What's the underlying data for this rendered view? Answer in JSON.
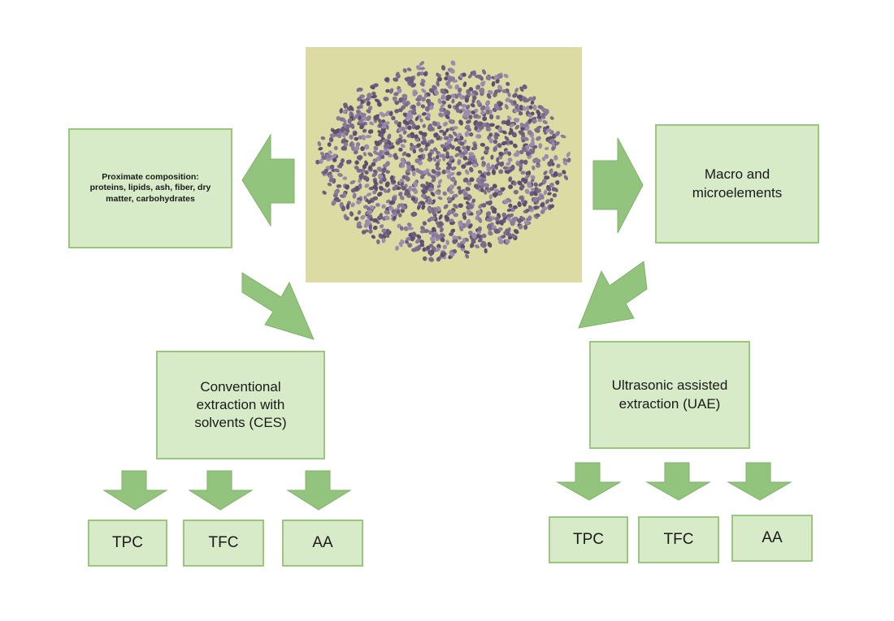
{
  "colors": {
    "box_fill": "#d8ebc8",
    "box_border": "#98c77d",
    "arrow_fill": "#93c47d",
    "photo_background": "#dcdba4",
    "seed_color": "#7b6b8c"
  },
  "photo": {
    "subject": "grains-photo"
  },
  "boxes": {
    "proximate": "Proximate composition: proteins, lipids, ash, fiber, dry matter, carbohydrates",
    "macro": "Macro and microelements",
    "ces": "Conventional extraction with solvents (CES)",
    "uae": "Ultrasonic assisted extraction (UAE)"
  },
  "outputs": {
    "ces": [
      "TPC",
      "TFC",
      "AA"
    ],
    "uae": [
      "TPC",
      "TFC",
      "AA"
    ]
  }
}
